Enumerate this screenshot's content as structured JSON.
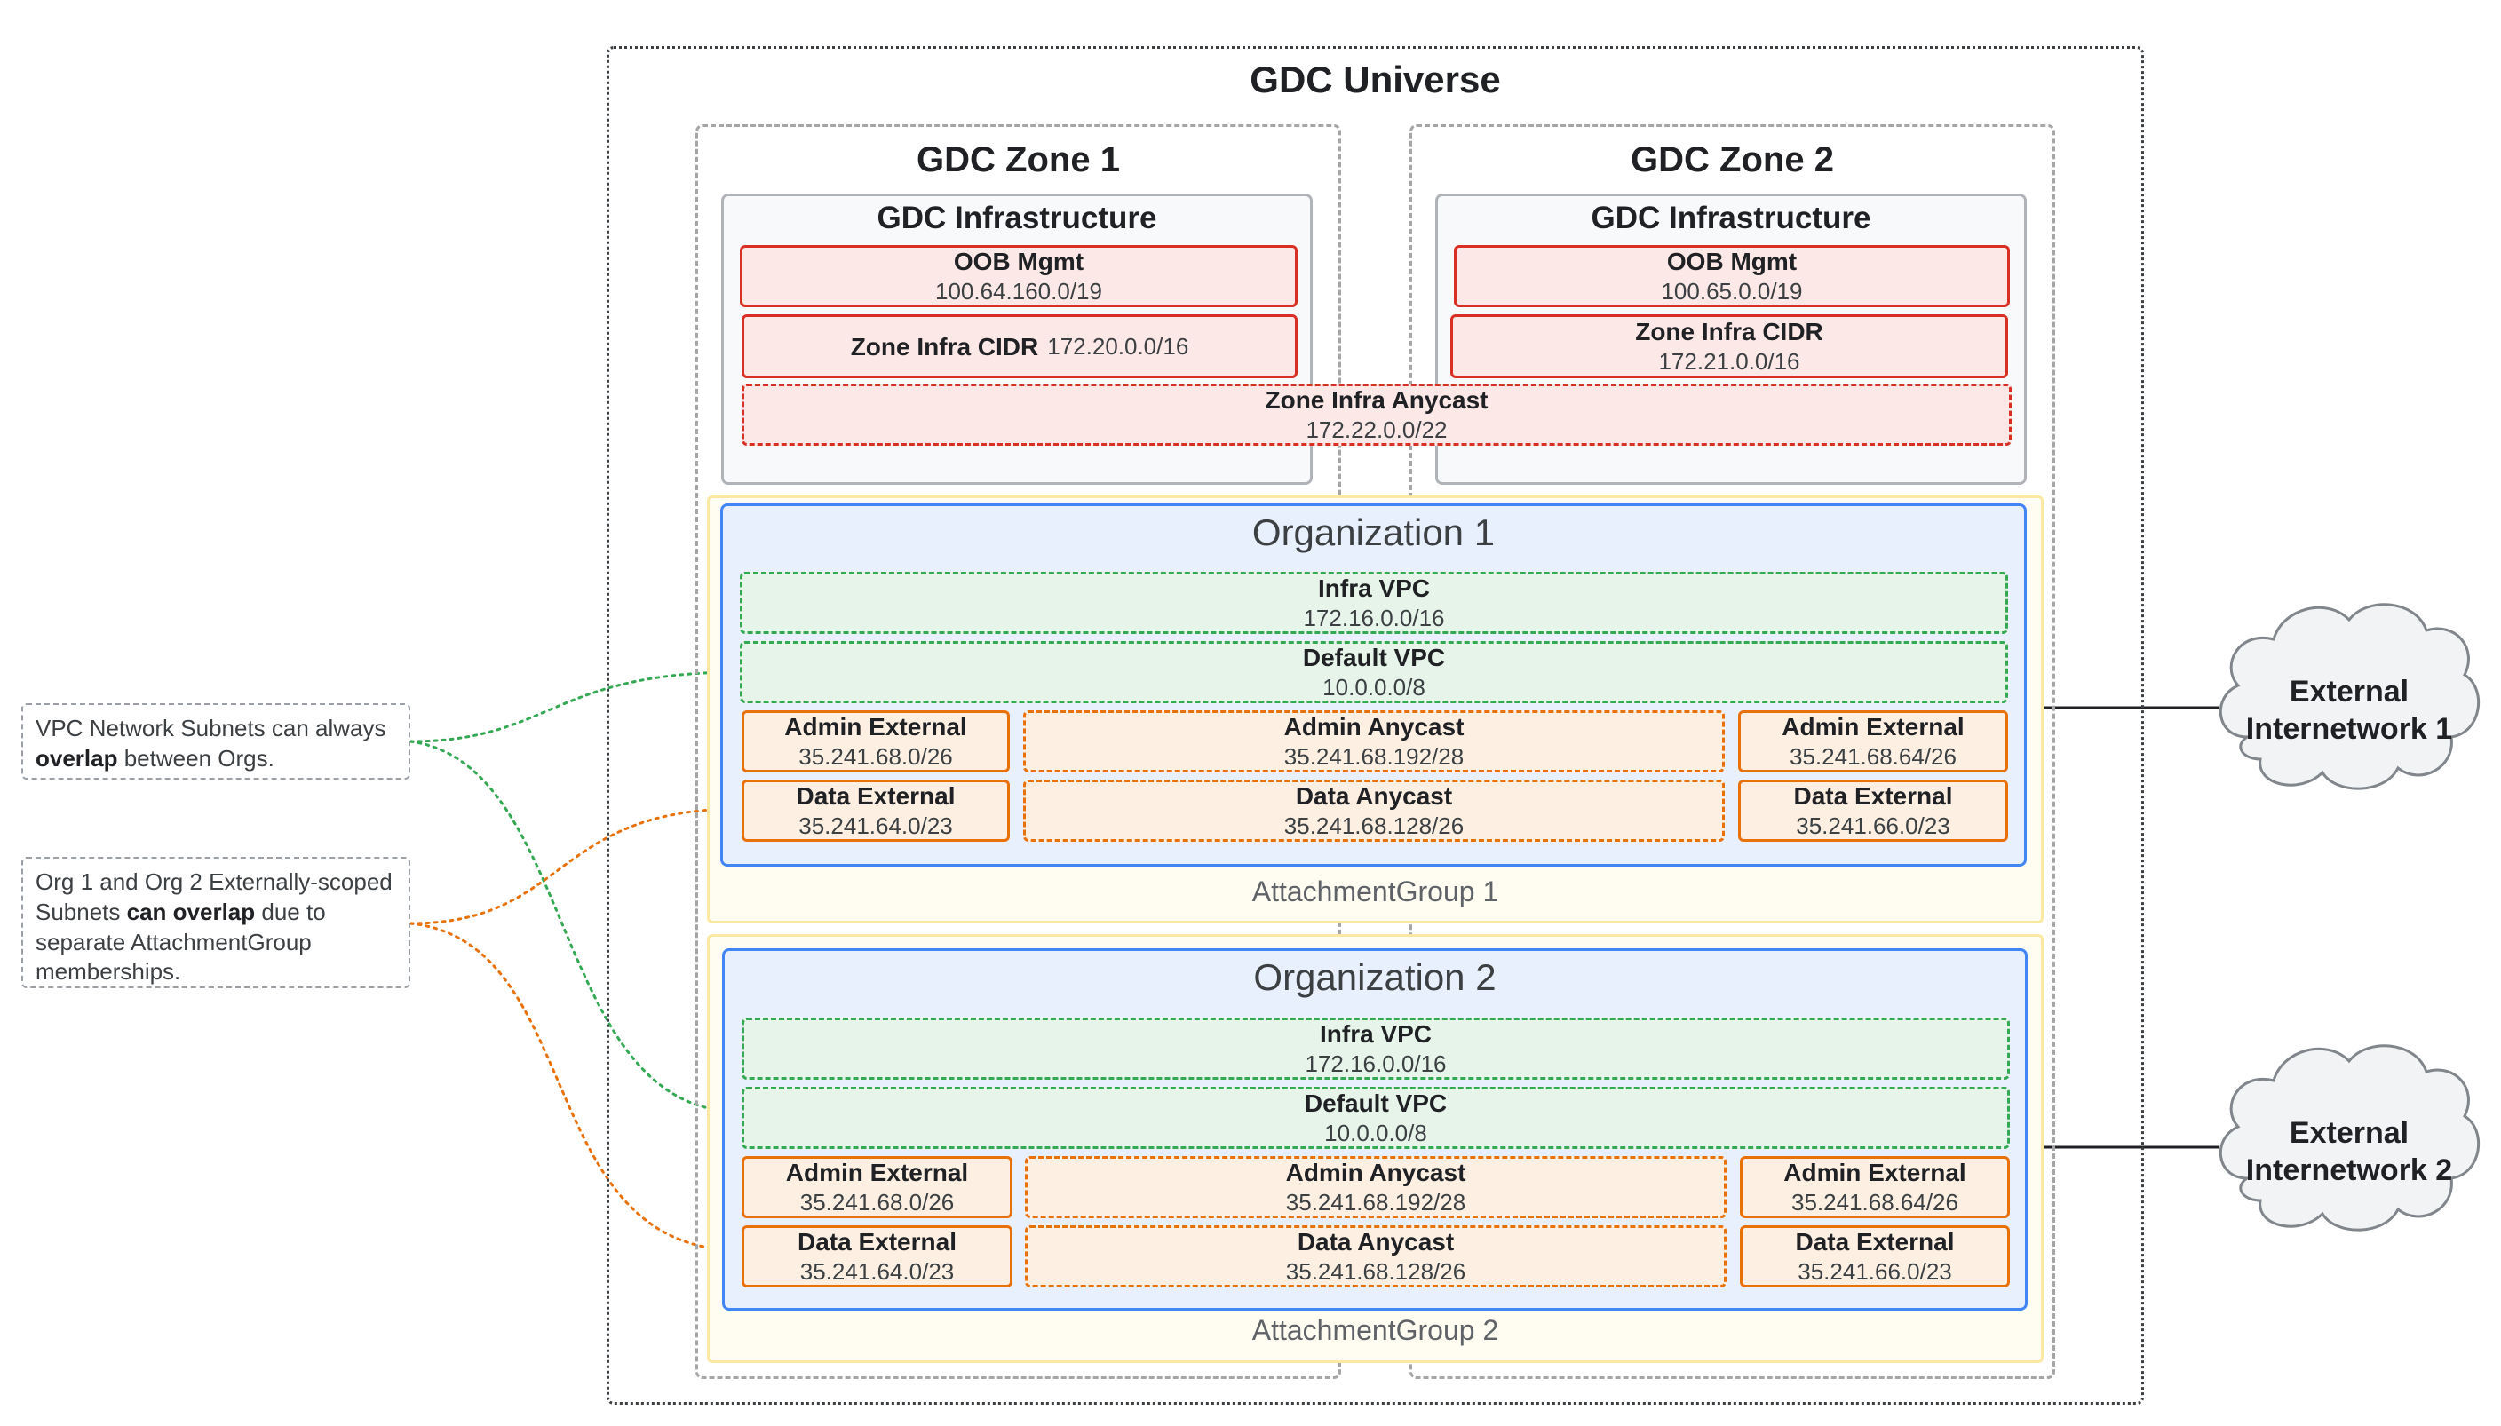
{
  "universe": {
    "title": "GDC Universe"
  },
  "zones": [
    {
      "title": "GDC Zone 1",
      "infra_title": "GDC Infrastructure",
      "oob": {
        "label": "OOB Mgmt",
        "cidr": "100.64.160.0/19"
      },
      "zone_infra": {
        "label": "Zone Infra CIDR",
        "cidr": "172.20.0.0/16"
      }
    },
    {
      "title": "GDC Zone 2",
      "infra_title": "GDC Infrastructure",
      "oob": {
        "label": "OOB Mgmt",
        "cidr": "100.65.0.0/19"
      },
      "zone_infra": {
        "label": "Zone Infra CIDR",
        "cidr": "172.21.0.0/16"
      }
    }
  ],
  "zone_infra_anycast": {
    "label": "Zone Infra Anycast",
    "cidr": "172.22.0.0/22"
  },
  "orgs": [
    {
      "title": "Organization 1",
      "attachment_group": "AttachmentGroup 1",
      "infra_vpc": {
        "label": "Infra VPC",
        "cidr": "172.16.0.0/16"
      },
      "default_vpc": {
        "label": "Default VPC",
        "cidr": "10.0.0.0/8"
      },
      "admin_external_1": {
        "label": "Admin External",
        "cidr": "35.241.68.0/26"
      },
      "admin_anycast": {
        "label": "Admin Anycast",
        "cidr": "35.241.68.192/28"
      },
      "admin_external_2": {
        "label": "Admin External",
        "cidr": "35.241.68.64/26"
      },
      "data_external_1": {
        "label": "Data External",
        "cidr": "35.241.64.0/23"
      },
      "data_anycast": {
        "label": "Data Anycast",
        "cidr": "35.241.68.128/26"
      },
      "data_external_2": {
        "label": "Data External",
        "cidr": "35.241.66.0/23"
      }
    },
    {
      "title": "Organization 2",
      "attachment_group": "AttachmentGroup 2",
      "infra_vpc": {
        "label": "Infra VPC",
        "cidr": "172.16.0.0/16"
      },
      "default_vpc": {
        "label": "Default VPC",
        "cidr": "10.0.0.0/8"
      },
      "admin_external_1": {
        "label": "Admin External",
        "cidr": "35.241.68.0/26"
      },
      "admin_anycast": {
        "label": "Admin Anycast",
        "cidr": "35.241.68.192/28"
      },
      "admin_external_2": {
        "label": "Admin External",
        "cidr": "35.241.68.64/26"
      },
      "data_external_1": {
        "label": "Data External",
        "cidr": "35.241.64.0/23"
      },
      "data_anycast": {
        "label": "Data Anycast",
        "cidr": "35.241.68.128/26"
      },
      "data_external_2": {
        "label": "Data External",
        "cidr": "35.241.66.0/23"
      }
    }
  ],
  "external_networks": [
    {
      "line1": "External",
      "line2": "Internetwork 1"
    },
    {
      "line1": "External",
      "line2": "Internetwork 2"
    }
  ],
  "notes": [
    {
      "pre": "VPC Network Subnets can always ",
      "bold": "overlap",
      "post": " between Orgs."
    },
    {
      "pre": "Org 1 and Org 2 Externally-scoped Subnets ",
      "bold": "can overlap",
      "post": " due to separate AttachmentGroup memberships."
    }
  ],
  "colors": {
    "zone_infra_red": "#d93025",
    "vpc_green": "#34a853",
    "external_orange": "#e8710a",
    "org_blue": "#4285f4",
    "attachment_group_yellow": "#fce8a3"
  }
}
